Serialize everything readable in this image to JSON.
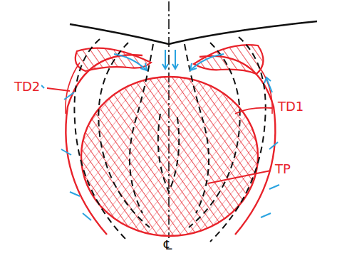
{
  "diagram": {
    "labels": [
      "TD2",
      "TD1",
      "TP",
      "℄"
    ]
  }
}
